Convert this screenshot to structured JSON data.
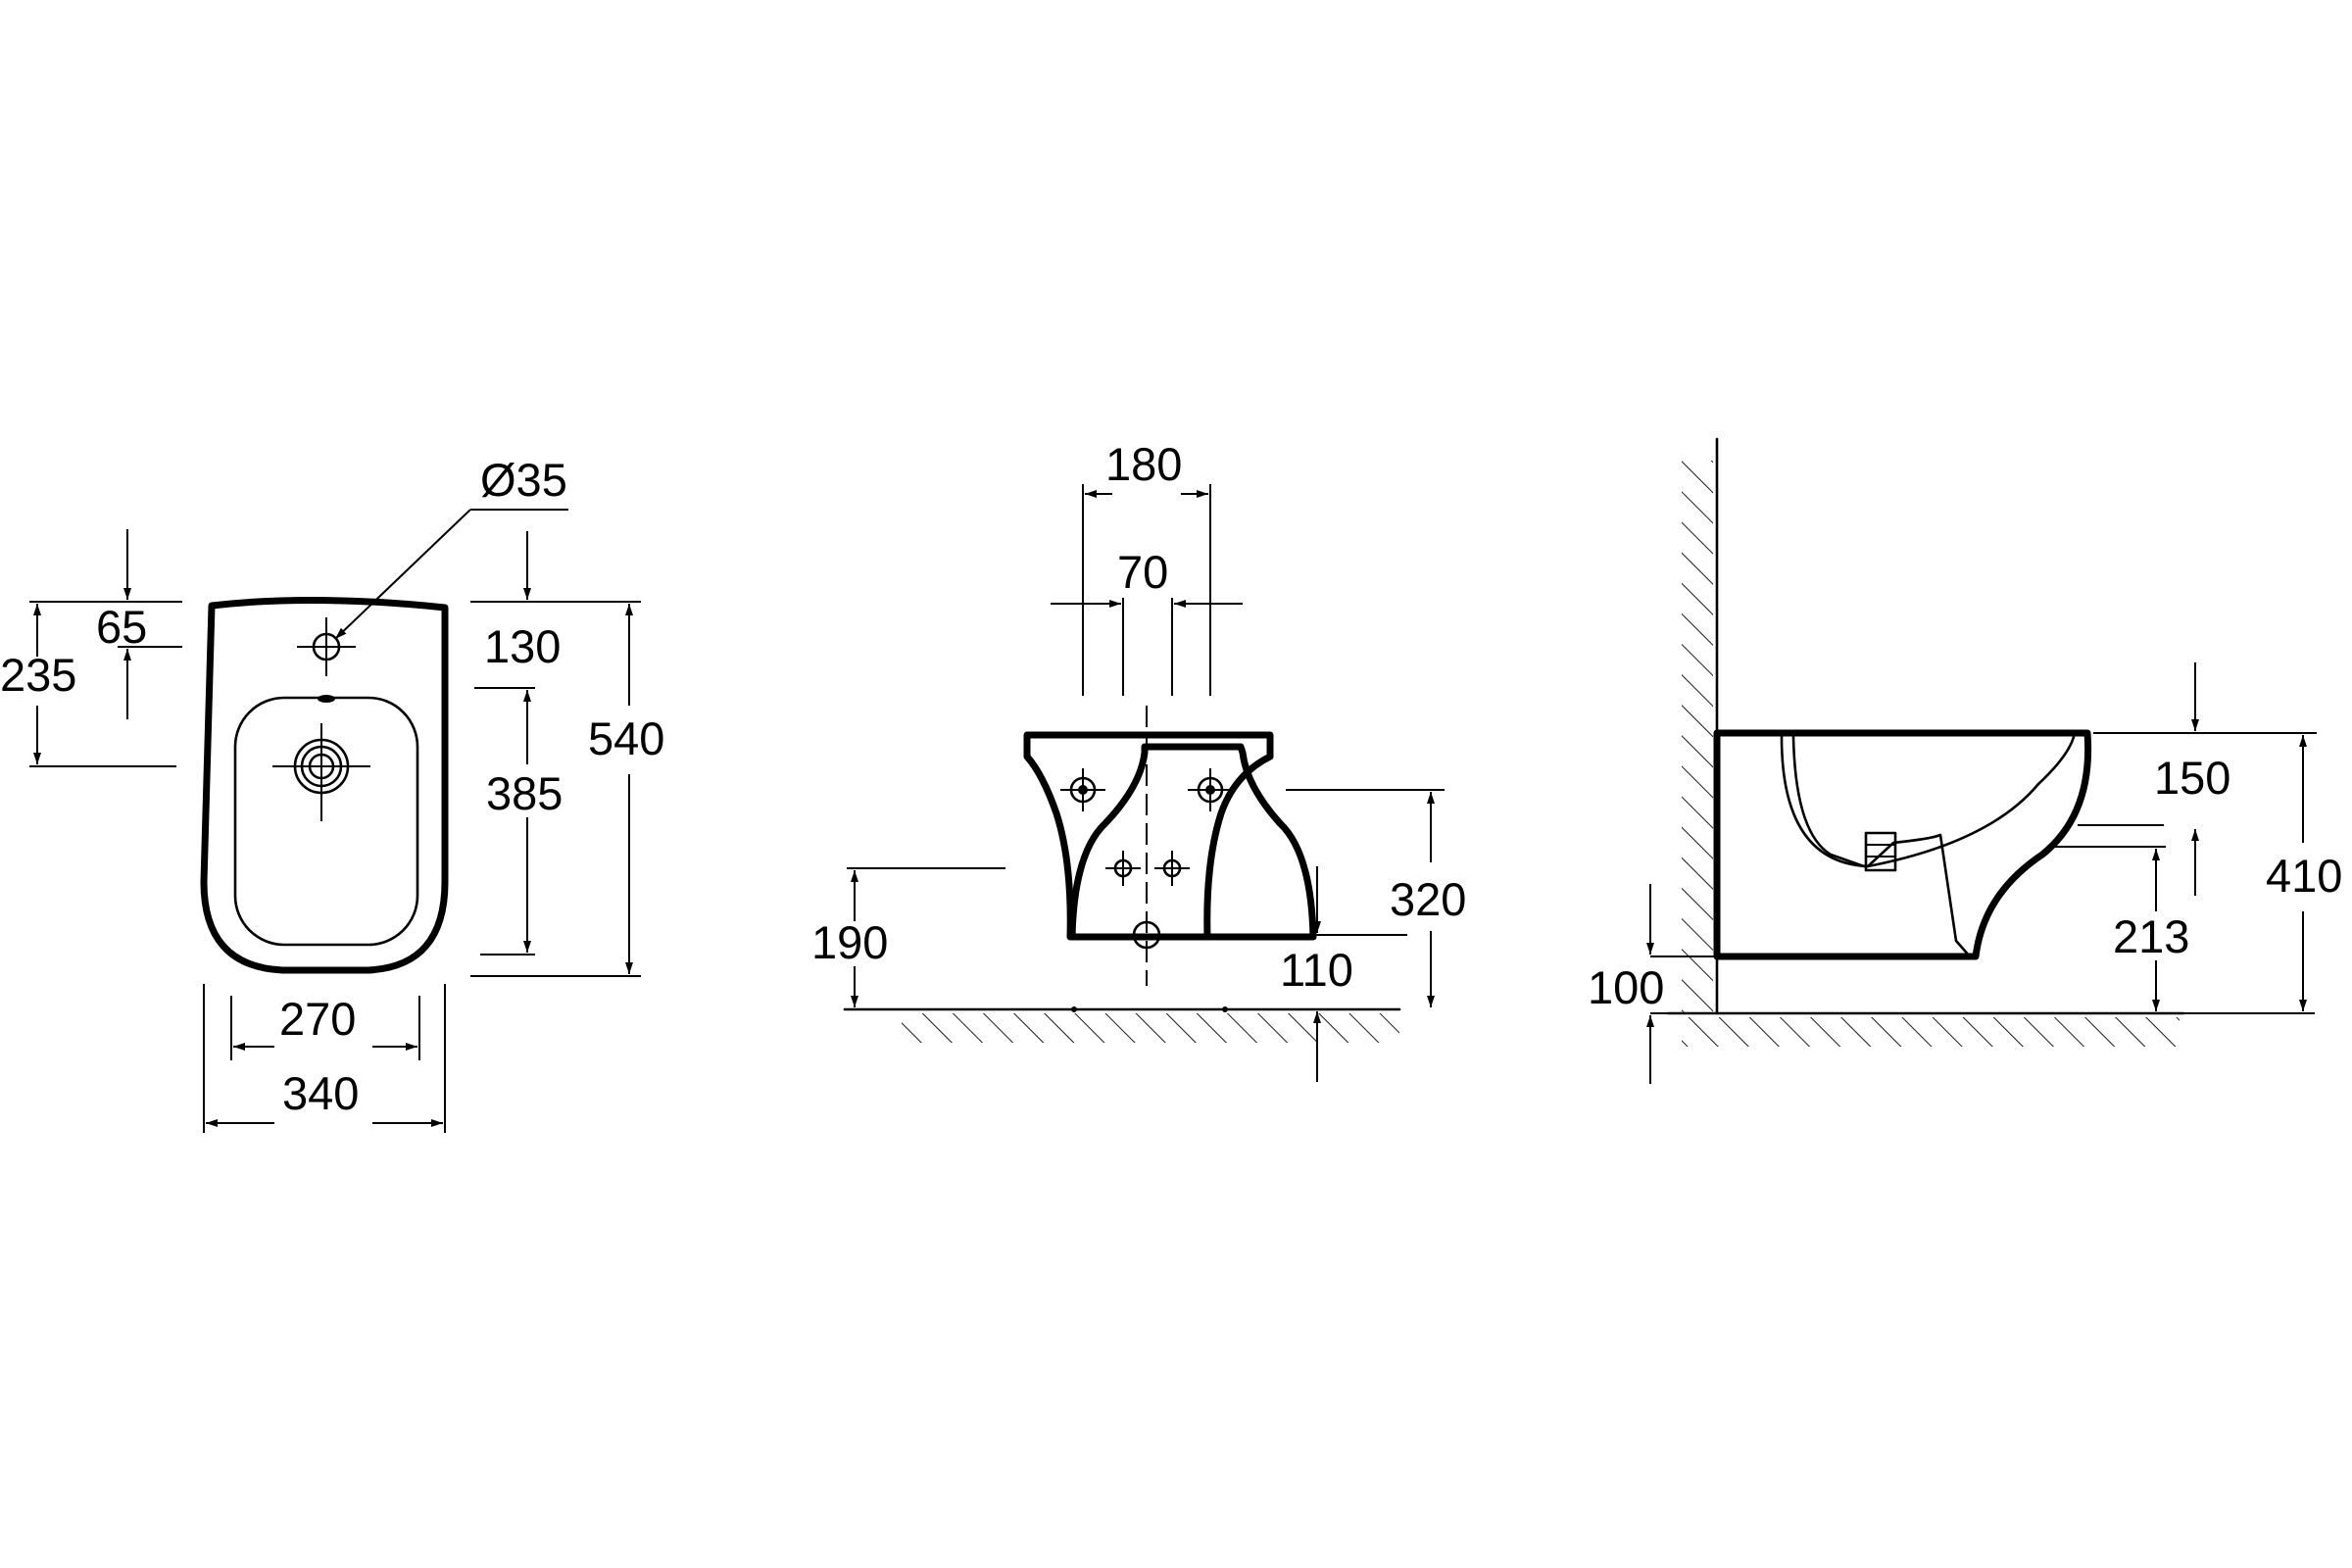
{
  "colors": {
    "line": "#000000",
    "background": "#ffffff"
  },
  "views": {
    "top": {
      "hole_diameter": "Ø35",
      "tap_hole_offset": "65",
      "outlet_offset": "235",
      "rim_to_outlet": "130",
      "outlet_to_back": "385",
      "total_length": "540",
      "inner_width": "270",
      "total_width": "340"
    },
    "rear": {
      "bolt_spacing": "180",
      "inlet_spacing": "70",
      "inlet_height": "190",
      "bolt_height": "320",
      "outlet_height": "110"
    },
    "side": {
      "rim_to_inlet": "150",
      "height": "410",
      "outlet_height": "213",
      "floor_clearance": "100"
    }
  }
}
